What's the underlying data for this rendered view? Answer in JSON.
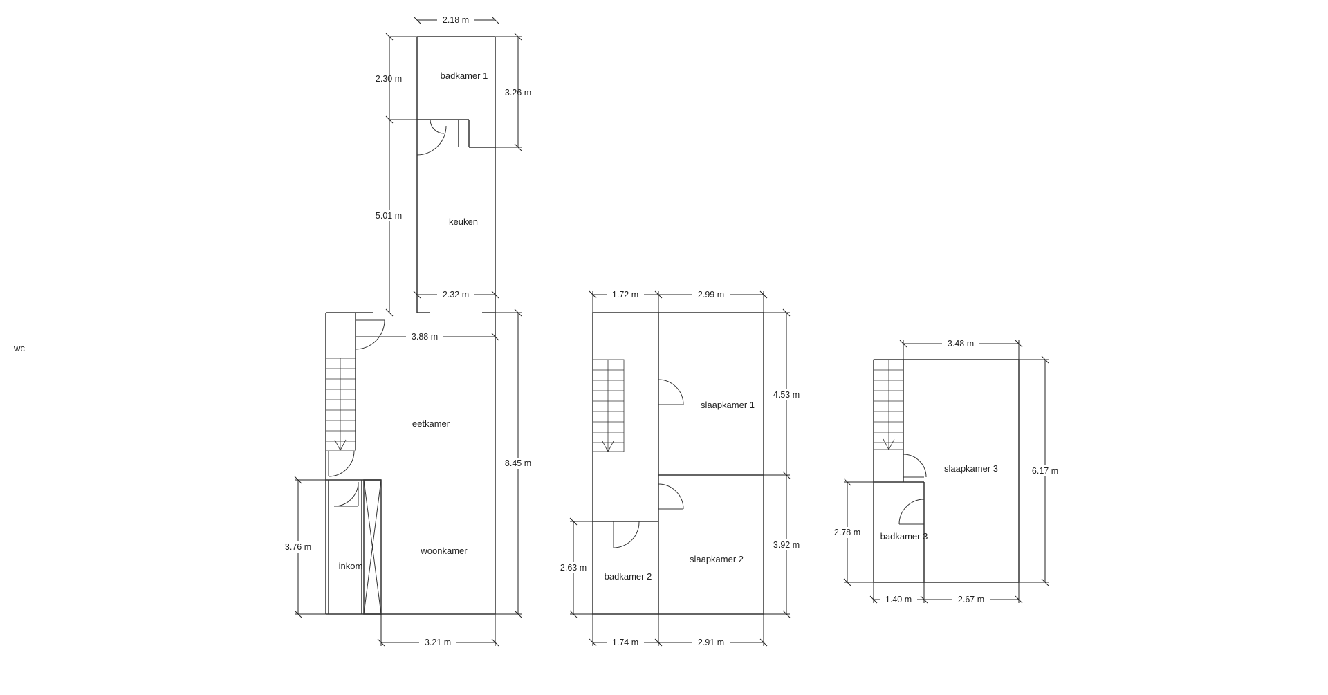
{
  "floors": [
    {
      "name": "ground-floor",
      "rooms": [
        "badkamer 1",
        "keuken",
        "eetkamer",
        "woonkamer",
        "inkom"
      ],
      "dimensions": [
        "2.18 m",
        "2.30 m",
        "3.26 m",
        "5.01 m",
        "2.32 m",
        "3.88 m",
        "8.45 m",
        "3.76 m",
        "3.21 m"
      ]
    },
    {
      "name": "first-floor",
      "rooms": [
        "slaapkamer 1",
        "slaapkamer 2",
        "badkamer 2"
      ],
      "dimensions": [
        "1.72 m",
        "2.99 m",
        "4.53 m",
        "3.92 m",
        "2.63 m",
        "1.74 m",
        "2.91 m"
      ]
    },
    {
      "name": "second-floor",
      "rooms": [
        "slaapkamer 3",
        "badkamer 3"
      ],
      "dimensions": [
        "3.48 m",
        "6.17 m",
        "2.78 m",
        "1.40 m",
        "2.67 m"
      ]
    }
  ],
  "wc_label": "wc"
}
